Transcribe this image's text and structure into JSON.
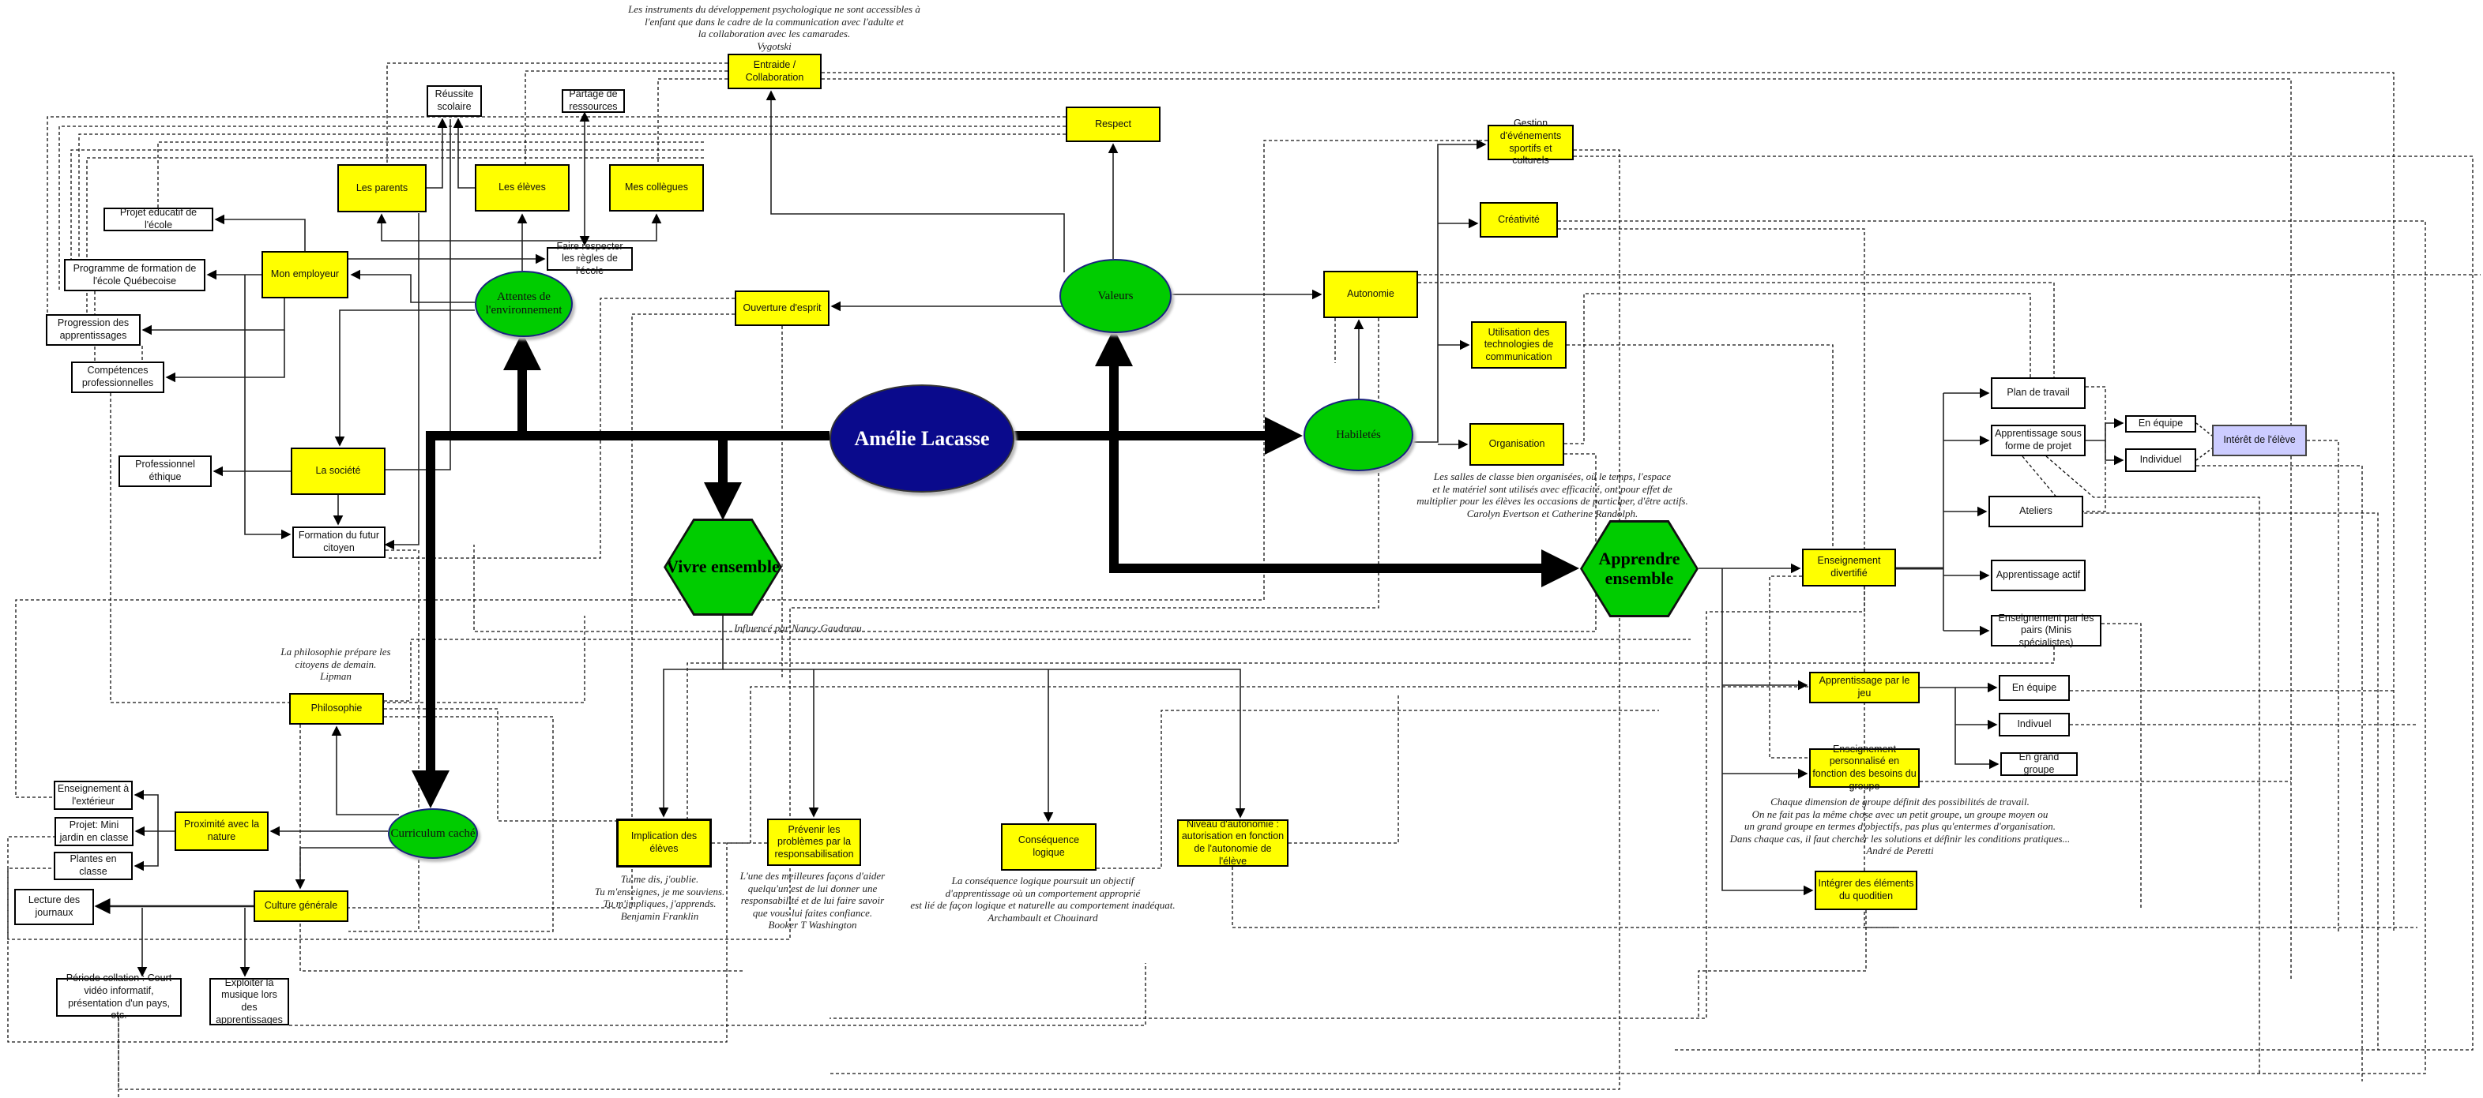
{
  "center": "Amélie Lacasse",
  "branches": {
    "attentes": "Attentes de l'environnement",
    "valeurs": "Valeurs",
    "habiletes": "Habiletés",
    "vivre": "Vivre ensemble",
    "apprendre": "Apprendre ensemble",
    "curriculum": "Curriculum caché"
  },
  "attentes": {
    "parents": "Les parents",
    "eleves": "Les élèves",
    "collegues": "Mes collègues",
    "reussite": "Réussite scolaire",
    "partage": "Partage de ressources",
    "faire_respecter": "Faire respecter les règles de l'école",
    "employeur": "Mon employeur",
    "projet_educatif": "Projet éducatif de l'école",
    "programme": "Programme de formation de l'école Québecoise",
    "progression": "Progression des apprentissages",
    "competences": "Compétences professionnelles",
    "ethique": "Professionnel éthique",
    "societe": "La société",
    "futur_citoyen": "Formation du futur citoyen"
  },
  "valeurs": {
    "entraide": "Entraide / Collaboration",
    "respect": "Respect",
    "ouverture": "Ouverture d'esprit",
    "autonomie": "Autonomie"
  },
  "habiletes": {
    "gestion": "Gestion d'événements sportifs et culturels",
    "creativite": "Créativité",
    "technologies": "Utilisation des technologies de communication",
    "organisation": "Organisation"
  },
  "apprendre": {
    "divertifie": "Enseignement divertifié",
    "plan": "Plan de travail",
    "projet": "Apprentissage sous forme de projet",
    "equipe_projet": "En équipe",
    "individuel_projet": "Individuel",
    "interet": "Intérêt de l'élève",
    "ateliers": "Ateliers",
    "actif": "Apprentissage actif",
    "pairs": "Enseignement par les pairs (Minis spécialistes)",
    "jeu": "Apprentissage par le jeu",
    "equipe_jeu": "En équipe",
    "indivuel_jeu": "Indivuel",
    "grand_groupe": "En grand groupe",
    "personnalise": "Enseignement personnalisé en fonction des besoins du groupe",
    "quotidien": "Intégrer des éléments du quoditien"
  },
  "vivre": {
    "implication": "Implication des élèves",
    "prevenir": "Prévenir les problèmes par la responsabilisation",
    "consequence": "Conséquence logique",
    "niveau": "Niveau d'autonomie : autorisation en fonction de l'autonomie de l'élève"
  },
  "curriculum": {
    "philosophie": "Philosophie",
    "proximite": "Proximité avec la nature",
    "exterieur": "Enseignement à l'extérieur",
    "jardin": "Projet: Mini jardin en classe",
    "plantes": "Plantes en classe",
    "culture": "Culture générale",
    "journaux": "Lecture des journaux",
    "collation": "Période collation : Court vidéo informatif, présentation d'un pays, etc.",
    "musique": "Exploiter la musique lors des apprentissages"
  },
  "quotes": {
    "vygotski": "Les instruments du développement psychologique ne sont accessibles à\nl'enfant que dans le cadre de la  communication avec l'adulte et\nla collaboration avec les camarades.\nVygotski",
    "evertson": "Les salles de classe bien organisées, où le temps, l'espace\net le matériel sont utilisés avec efficacité, ont pour effet de\nmultiplier pour les élèves les occasions de participer, d'être actifs.\nCarolyn Evertson et Catherine Randolph.",
    "gaudreau": "Influencé par Nancy Gaudreau",
    "lipman": "La philosophie prépare les\ncitoyens de demain.\nLipman",
    "franklin": "Tu me dis, j'oublie.\nTu m'enseignes, je me souviens.\nTu m'impliques, j'apprends.\nBenjamin Franklin",
    "washington": "L'une des meilleures façons d'aider\nquelqu'un est de lui donner une\nresponsabilité et de lui faire savoir\nque vous lui faites confiance.\nBooker T Washington",
    "archambault": "La conséquence logique poursuit un objectif\nd'apprentissage où un comportement approprié\nest lié de façon logique et naturelle au comportement inadéquat.\nArchambault et Chouinard",
    "peretti": "Chaque dimension de groupe définit des possibilités de travail.\nOn ne fait pas la même chose avec un petit groupe, un groupe moyen ou\nun grand groupe en termes d'objectifs, pas plus qu'entermes d'organisation.\nDans chaque cas, il faut chercher les solutions et définir les conditions pratiques...\nAndré de Peretti"
  },
  "colors": {
    "node": "#ffff00",
    "branch": "#00cc00",
    "center": "#0a0a8c",
    "interest": "#ccccff"
  }
}
